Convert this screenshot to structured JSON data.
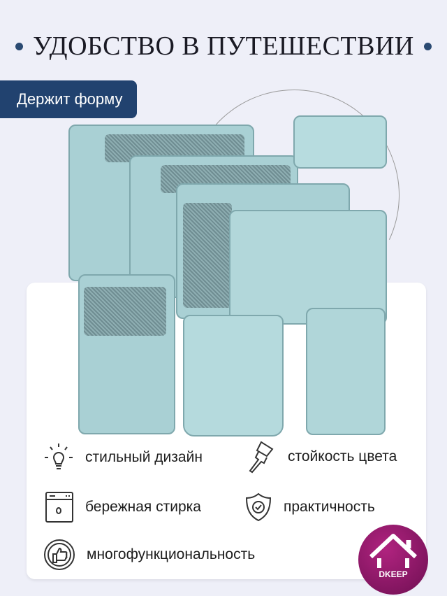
{
  "header": {
    "title": "УДОБСТВО В ПУТЕШЕСТВИИ"
  },
  "badge": {
    "label": "Держит форму"
  },
  "features": [
    {
      "icon": "lightbulb-icon",
      "label": "стильный дизайн"
    },
    {
      "icon": "paint-brush-icon",
      "label": "стойкость цвета"
    },
    {
      "icon": "washing-machine-icon",
      "label": "бережная стирка"
    },
    {
      "icon": "shield-check-icon",
      "label": "практичность"
    },
    {
      "icon": "thumbs-up-badge-icon",
      "label": "многофункциональность"
    }
  ],
  "logo": {
    "text": "DKEEP"
  },
  "colors": {
    "accent": "#21426f",
    "product": "#a9d0d4",
    "logo": "#8e1a6a",
    "background": "#eeeff8"
  }
}
